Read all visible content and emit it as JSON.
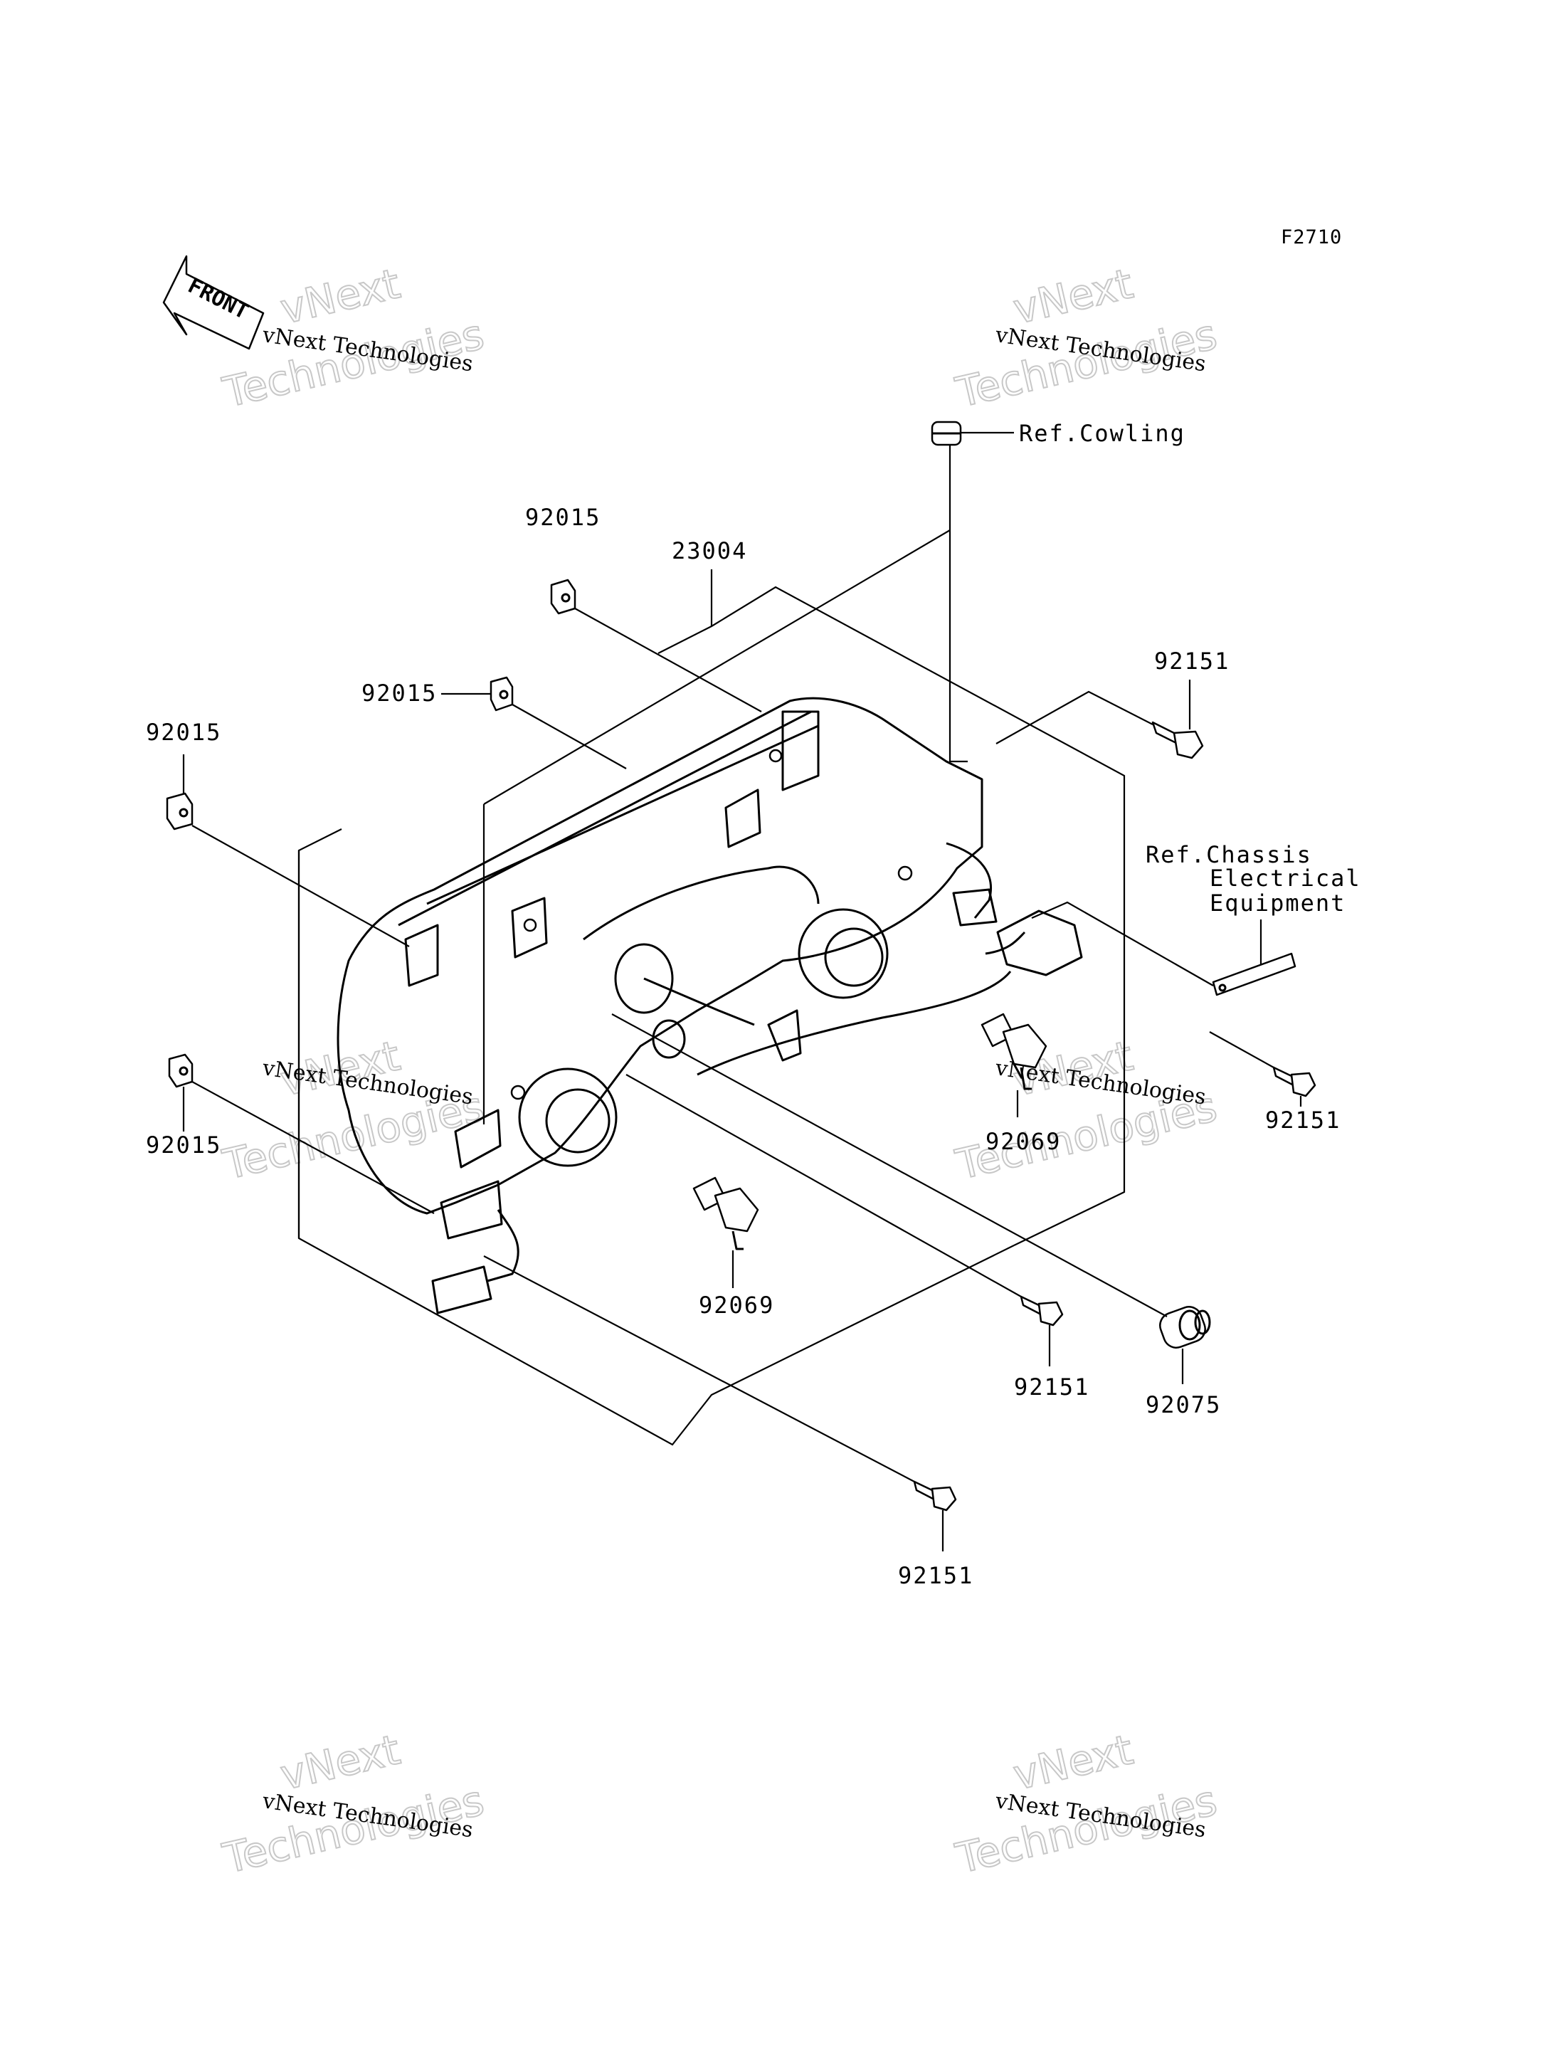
{
  "figure_code": "F2710",
  "front_label": "FRONT",
  "watermark": {
    "brand_line": "vNext",
    "company_line": "Technologies",
    "small_text": "vNext Technologies"
  },
  "references": {
    "cowling": "Ref.Cowling",
    "chassis_line1": "Ref.Chassis",
    "chassis_line2": "Electrical",
    "chassis_line3": "Equipment"
  },
  "part_numbers": {
    "clip_top": "92015",
    "headlight_assembly": "23004",
    "clip_mid": "92015",
    "clip_left": "92015",
    "clip_bottom_left": "92015",
    "bolt_top_right": "92151",
    "bolt_right": "92151",
    "bulb_right": "92069",
    "bulb_center": "92069",
    "bolt_center": "92151",
    "grommet": "92075",
    "bolt_bottom": "92151"
  }
}
